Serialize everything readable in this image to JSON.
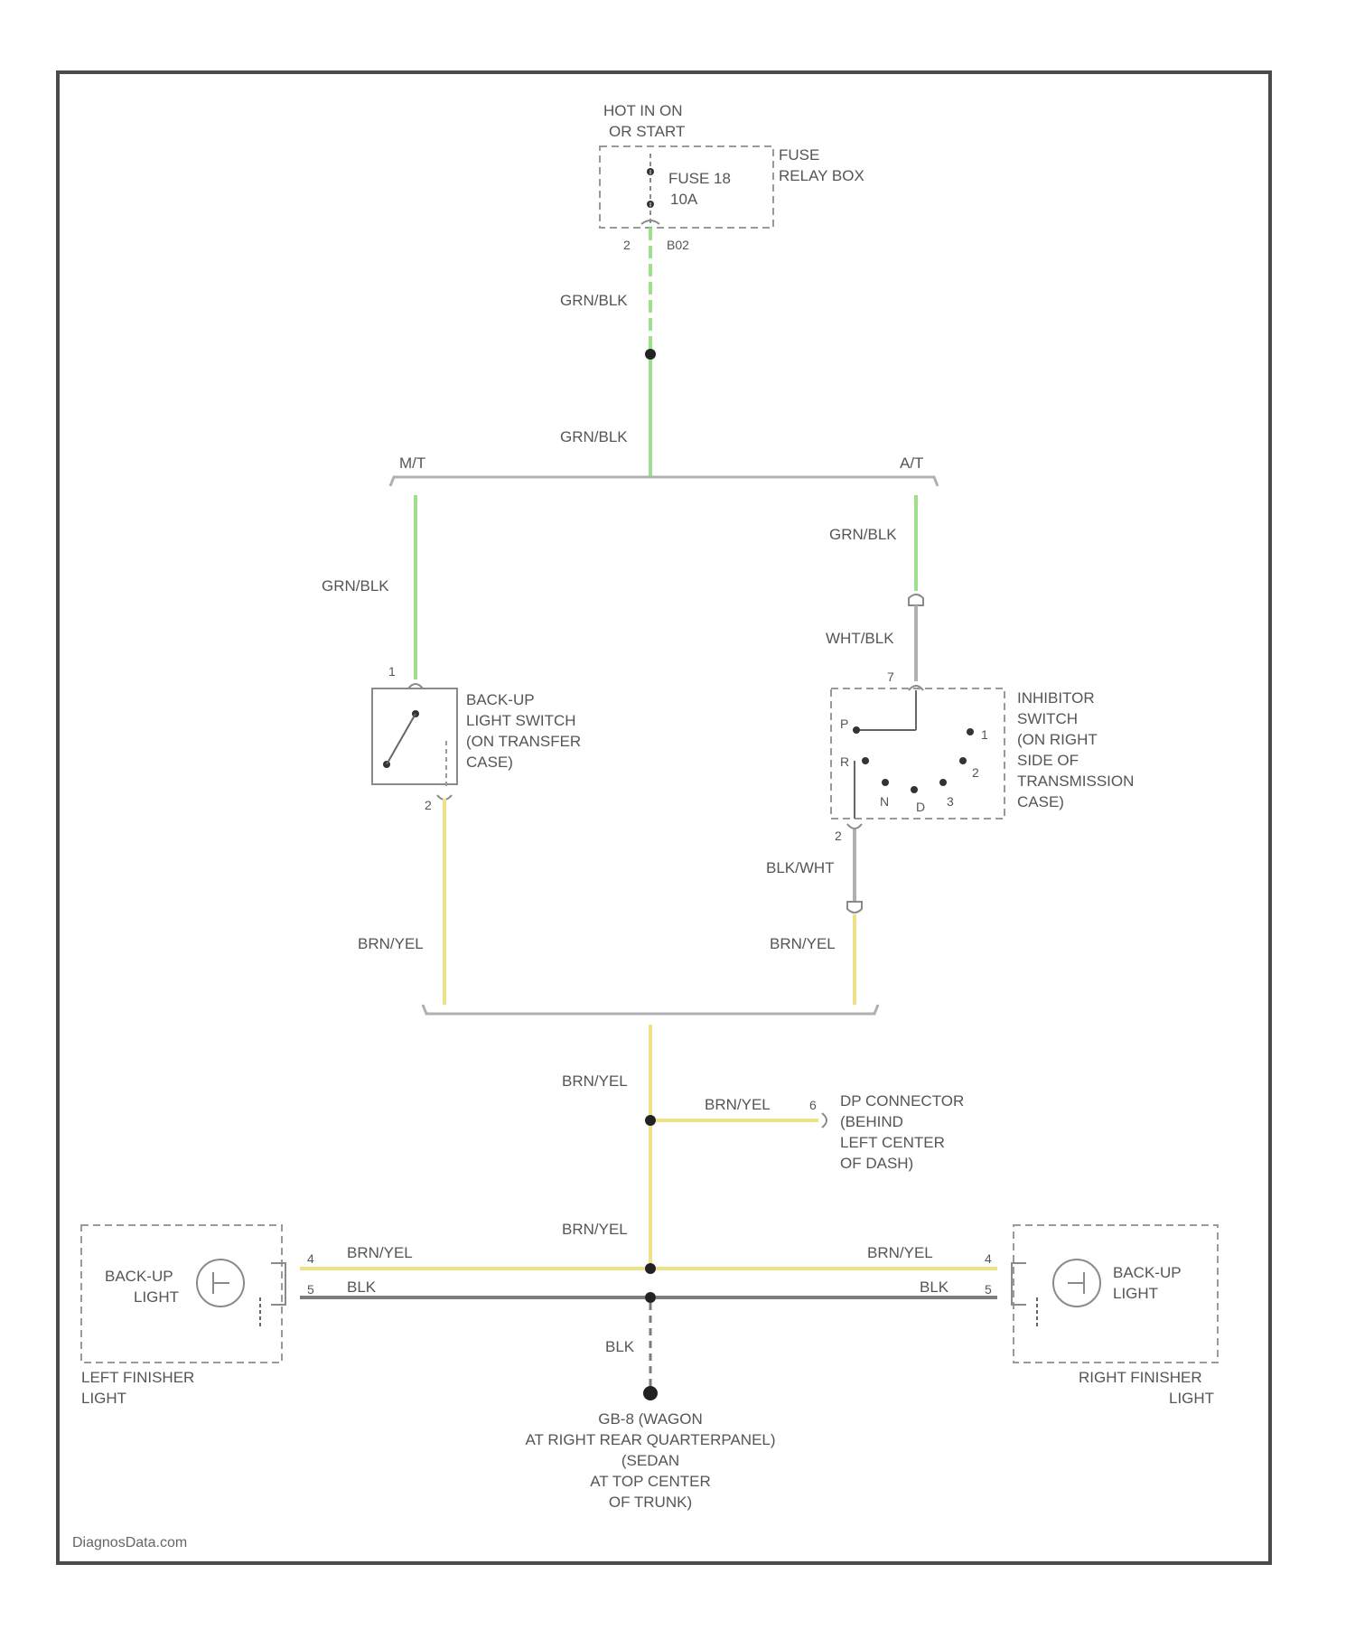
{
  "power": {
    "line1": "HOT IN ON",
    "line2": "OR START"
  },
  "fuse_box": {
    "fuse_line1": "FUSE 18",
    "fuse_line2": "10A",
    "name_line1": "FUSE",
    "name_line2": "RELAY BOX",
    "pin": "2",
    "connector": "B02"
  },
  "wires": {
    "feed_upper": "GRN/BLK",
    "feed_lower": "GRN/BLK",
    "mt_branch": "GRN/BLK",
    "at_branch": "GRN/BLK",
    "at_to_inhibitor": "WHT/BLK",
    "inhibitor_out": "BLK/WHT",
    "mt_out": "BRN/YEL",
    "at_out": "BRN/YEL",
    "trunk_upper": "BRN/YEL",
    "dlc_branch": "BRN/YEL",
    "trunk_lower": "BRN/YEL",
    "left_lamp_feed": "BRN/YEL",
    "right_lamp_feed": "BRN/YEL",
    "left_ground": "BLK",
    "right_ground": "BLK",
    "ground_drop": "BLK"
  },
  "splits": {
    "mt": "M/T",
    "at": "A/T"
  },
  "backup_switch": {
    "line1": "BACK-UP",
    "line2": "LIGHT SWITCH",
    "line3": "(ON TRANSFER",
    "line4": "CASE)",
    "pin_in": "1",
    "pin_out": "2"
  },
  "inhibitor_switch": {
    "line1": "INHIBITOR",
    "line2": "SWITCH",
    "line3": "(ON RIGHT",
    "line4": "SIDE OF",
    "line5": "TRANSMISSION",
    "line6": "CASE)",
    "pin_in": "7",
    "pin_out": "2",
    "positions": [
      "P",
      "R",
      "N",
      "D",
      "3",
      "2",
      "1"
    ]
  },
  "dlc": {
    "line1": "DP CONNECTOR",
    "line2": "(BEHIND",
    "line3": "LEFT CENTER",
    "line4": "OF DASH)",
    "pin": "6"
  },
  "left_lamp": {
    "label1": "BACK-UP",
    "label2": "LIGHT",
    "assy1": "LEFT FINISHER",
    "assy2": "LIGHT",
    "pin_feed": "4",
    "pin_ground": "5"
  },
  "right_lamp": {
    "label1": "BACK-UP",
    "label2": "LIGHT",
    "assy1": "RIGHT FINISHER",
    "assy2": "LIGHT",
    "pin_feed": "4",
    "pin_ground": "5"
  },
  "ground": {
    "line1": "GB-8 (WAGON",
    "line2": "AT RIGHT REAR QUARTERPANEL)",
    "line3": "(SEDAN",
    "line4": "AT TOP CENTER",
    "line5": "OF TRUNK)"
  },
  "watermark": "DiagnosData.com",
  "colors": {
    "green_wire": "#9ee08e",
    "yellow_wire": "#efe08a",
    "black_wire": "#7c7c7c",
    "gray_wire": "#b0b0b0",
    "frame": "#4a4a4a",
    "dash_box": "#9a9a9a"
  }
}
